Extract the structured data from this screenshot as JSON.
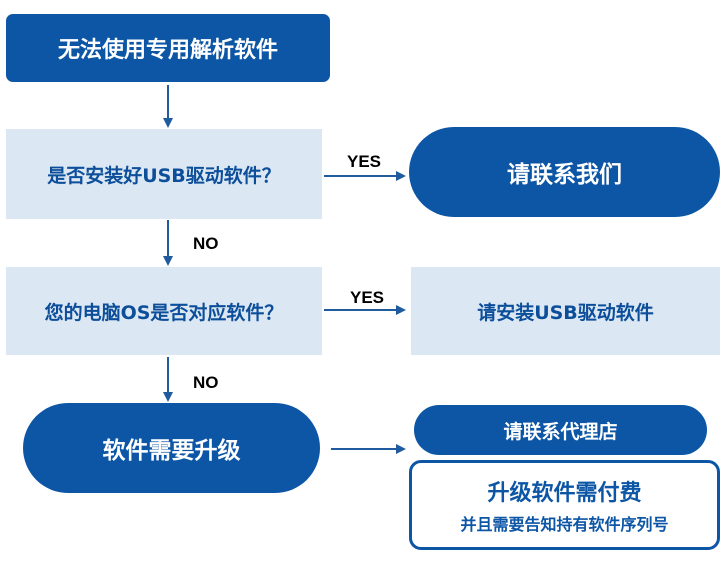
{
  "colors": {
    "dark_blue": "#0d56a6",
    "light_blue": "#dbe8f3",
    "text_blue": "#0d4e9a",
    "arrow": "#1f5b9e"
  },
  "nodes": {
    "start": "无法使用专用解析软件",
    "q1": "是否安装好USB驱动软件？",
    "contact": "请联系我们",
    "q2": "您的电脑OS是否对应软件？",
    "install": "请安装USB驱动软件",
    "upgrade": "软件需要升级",
    "agent": "请联系代理店",
    "paid_title": "升级软件需付费",
    "paid_sub": "并且需要告知持有软件序列号"
  },
  "edge_labels": {
    "yes1": "YES",
    "no1": "NO",
    "yes2": "YES",
    "no2": "NO"
  }
}
